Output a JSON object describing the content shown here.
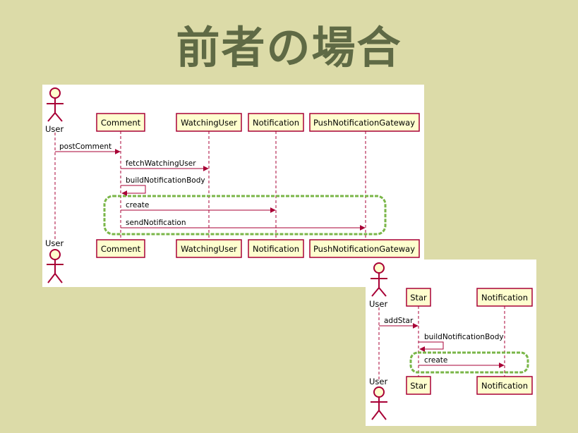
{
  "slide": {
    "title": "前者の場合"
  },
  "diagram1": {
    "participants": [
      "User",
      "Comment",
      "WatchingUser",
      "Notification",
      "PushNotificationGateway"
    ],
    "messages": [
      "postComment",
      "fetchWatchingUser",
      "buildNotificationBody",
      "create",
      "sendNotification"
    ]
  },
  "diagram2": {
    "participants": [
      "User",
      "Star",
      "Notification"
    ],
    "messages": [
      "addStar",
      "buildNotificationBody",
      "create"
    ]
  },
  "colors": {
    "background": "#dcdba8",
    "title": "#5f6a45",
    "participant_fill": "#fefece",
    "participant_border": "#a80036",
    "arrow": "#a80036",
    "highlight": "#7ab648"
  }
}
